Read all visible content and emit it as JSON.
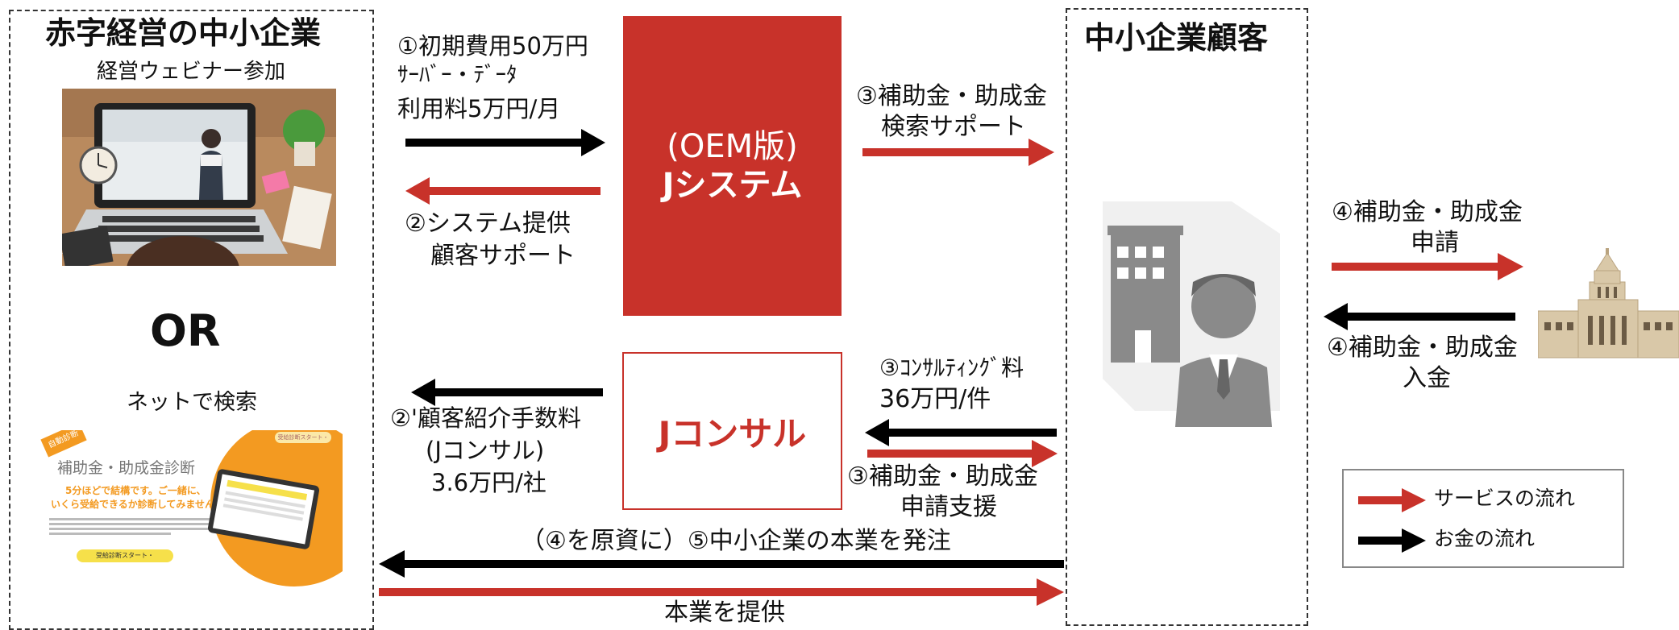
{
  "colors": {
    "service": "#c8322a",
    "money": "#000000",
    "jsystem_bg": "#c8322a"
  },
  "left_panel": {
    "title": "赤字経営の中小企業",
    "webinar_label": "経営ウェビナー参加",
    "or_label": "OR",
    "search_label": "ネットで検索",
    "diagnosis": {
      "tag": "自動診断",
      "heading": "補助金・助成金診断",
      "catch_line1": "5分ほどで結構です。ご一緒に、",
      "catch_line2": "いくら受給できるか診断してみませんか。",
      "button": "受給診断スタート・",
      "mini_button": "受給診断スタート・"
    }
  },
  "center": {
    "label1_line1": "①初期費用50万円",
    "label1_line2": "ｻｰﾊﾞｰ・ﾃﾞｰﾀ",
    "label1_line3": "利用料5万円/月",
    "label2_line1": "②システム提供",
    "label2_line2": "顧客サポート",
    "jsystem_line1": "(OEM版)",
    "jsystem_line2": "Jシステム",
    "jconsul": "Jコンサル",
    "label2b_line1": "②'顧客紹介手数料",
    "label2b_line2": "(Jコンサル)",
    "label2b_line3": "3.6万円/社",
    "label3a_line1": "③補助金・助成金",
    "label3a_line2": "検索サポート",
    "label3b_line1": "③ｺﾝｻﾙﾃｨﾝｸﾞ料",
    "label3b_line2": "36万円/件",
    "label3c_line1": "③補助金・助成金",
    "label3c_line2": "申請支援",
    "label5": "（④を原資に）⑤中小企業の本業を発注",
    "label_main": "本業を提供"
  },
  "customer_panel": {
    "title": "中小企業顧客"
  },
  "right": {
    "label4a_line1": "④補助金・助成金",
    "label4a_line2": "申請",
    "label4b_line1": "④補助金・助成金",
    "label4b_line2": "入金"
  },
  "legend": {
    "service": "サービスの流れ",
    "money": "お金の流れ"
  },
  "icons": {
    "laptop": "laptop-webinar-photo-icon",
    "customer": "company-customer-icon",
    "government": "diet-building-icon"
  }
}
